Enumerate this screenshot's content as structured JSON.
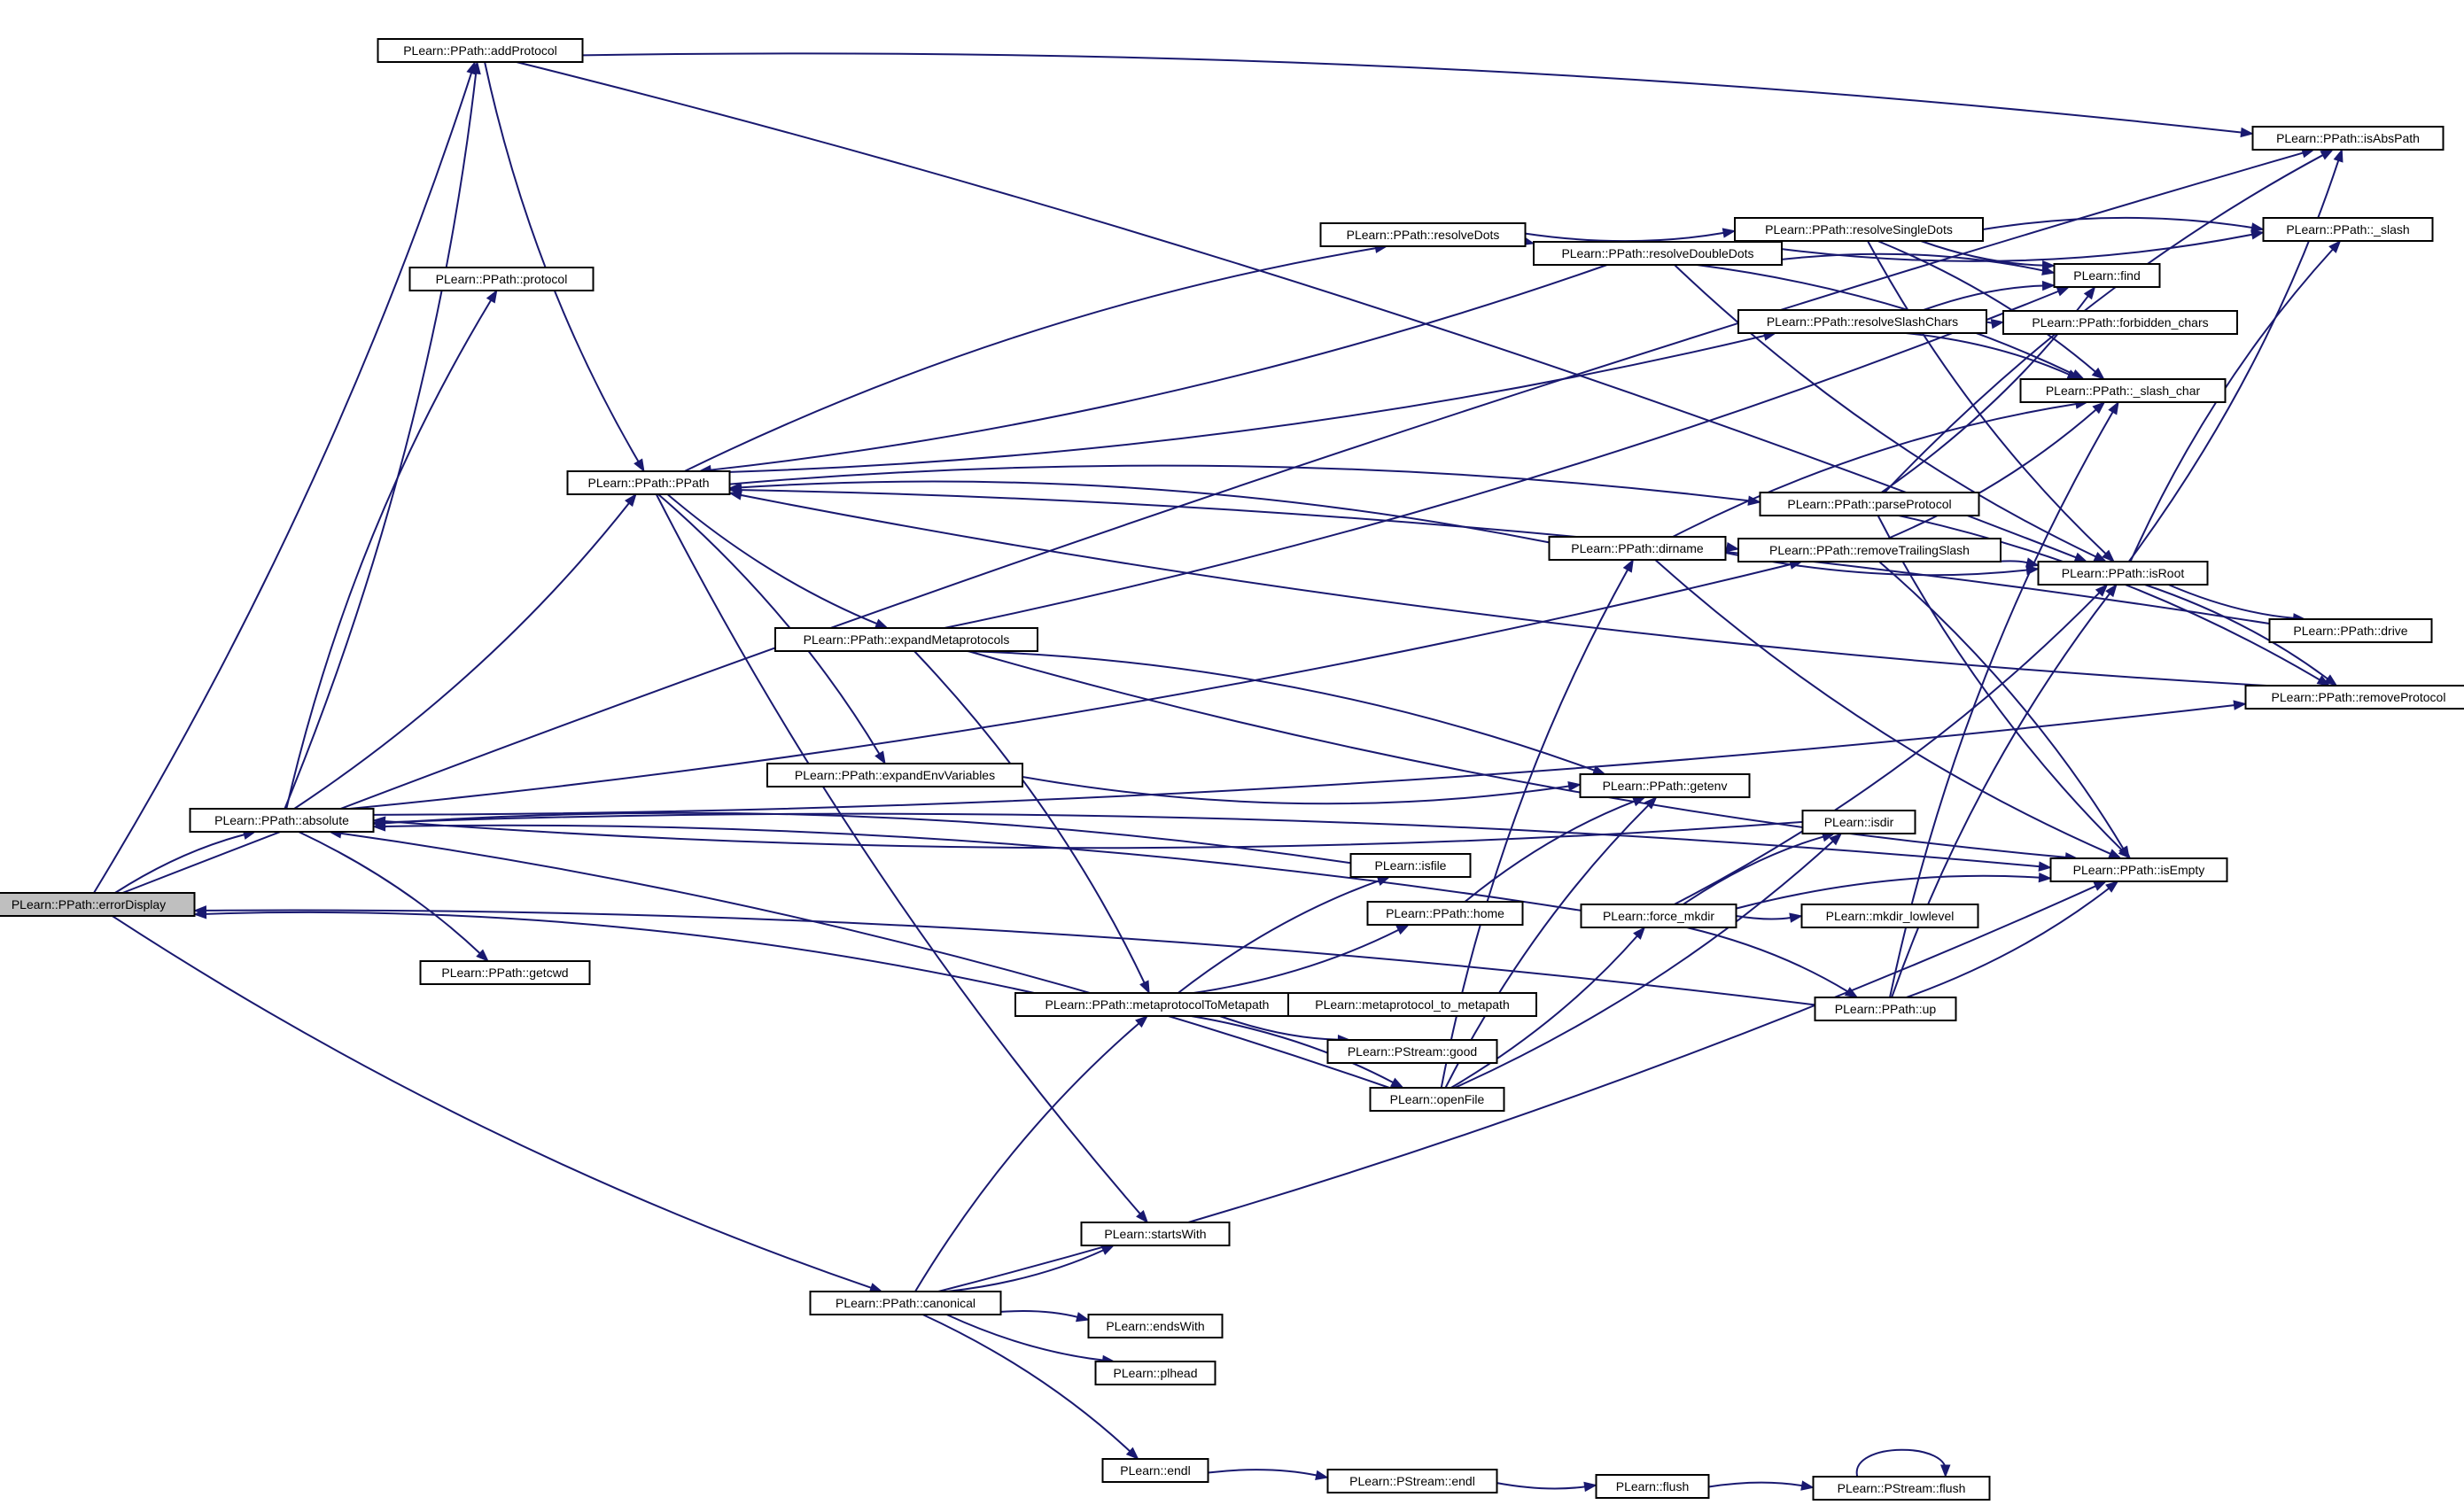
{
  "diagram": {
    "nodes": [
      {
        "id": "errorDisplay",
        "label": "PLearn::PPath::errorDisplay",
        "root": true
      },
      {
        "id": "addProtocol",
        "label": "PLearn::PPath::addProtocol"
      },
      {
        "id": "protocol",
        "label": "PLearn::PPath::protocol"
      },
      {
        "id": "PPath",
        "label": "PLearn::PPath::PPath"
      },
      {
        "id": "absolute",
        "label": "PLearn::PPath::absolute"
      },
      {
        "id": "getcwd",
        "label": "PLearn::PPath::getcwd"
      },
      {
        "id": "resolveDots",
        "label": "PLearn::PPath::resolveDots"
      },
      {
        "id": "resolveDoubleDots",
        "label": "PLearn::PPath::resolveDoubleDots"
      },
      {
        "id": "resolveSingleDots",
        "label": "PLearn::PPath::resolveSingleDots"
      },
      {
        "id": "isAbsPath",
        "label": "PLearn::PPath::isAbsPath"
      },
      {
        "id": "_slash",
        "label": "PLearn::PPath::_slash"
      },
      {
        "id": "find",
        "label": "PLearn::find"
      },
      {
        "id": "resolveSlashChars",
        "label": "PLearn::PPath::resolveSlashChars"
      },
      {
        "id": "forbidden_chars",
        "label": "PLearn::PPath::forbidden_chars"
      },
      {
        "id": "_slash_char",
        "label": "PLearn::PPath::_slash_char"
      },
      {
        "id": "parseProtocol",
        "label": "PLearn::PPath::parseProtocol"
      },
      {
        "id": "dirname",
        "label": "PLearn::PPath::dirname"
      },
      {
        "id": "removeTrailingSlash",
        "label": "PLearn::PPath::removeTrailingSlash"
      },
      {
        "id": "isRoot",
        "label": "PLearn::PPath::isRoot"
      },
      {
        "id": "drive",
        "label": "PLearn::PPath::drive"
      },
      {
        "id": "removeProtocol",
        "label": "PLearn::PPath::removeProtocol"
      },
      {
        "id": "expandMetaprotocols",
        "label": "PLearn::PPath::expandMetaprotocols"
      },
      {
        "id": "expandEnvVariables",
        "label": "PLearn::PPath::expandEnvVariables"
      },
      {
        "id": "getenv",
        "label": "PLearn::PPath::getenv"
      },
      {
        "id": "isdir",
        "label": "PLearn::isdir"
      },
      {
        "id": "isEmpty",
        "label": "PLearn::PPath::isEmpty"
      },
      {
        "id": "isfile",
        "label": "PLearn::isfile"
      },
      {
        "id": "home",
        "label": "PLearn::PPath::home"
      },
      {
        "id": "force_mkdir",
        "label": "PLearn::force_mkdir"
      },
      {
        "id": "mkdir_lowlevel",
        "label": "PLearn::mkdir_lowlevel"
      },
      {
        "id": "up",
        "label": "PLearn::PPath::up"
      },
      {
        "id": "metaprotocolToMetapath",
        "label": "PLearn::PPath::metaprotocolToMetapath"
      },
      {
        "id": "metaprotocol_to_metapath",
        "label": "PLearn::metaprotocol_to_metapath"
      },
      {
        "id": "good",
        "label": "PLearn::PStream::good"
      },
      {
        "id": "openFile",
        "label": "PLearn::openFile"
      },
      {
        "id": "startsWith",
        "label": "PLearn::startsWith"
      },
      {
        "id": "canonical",
        "label": "PLearn::PPath::canonical"
      },
      {
        "id": "endsWith",
        "label": "PLearn::endsWith"
      },
      {
        "id": "plhead",
        "label": "PLearn::plhead"
      },
      {
        "id": "endl",
        "label": "PLearn::endl"
      },
      {
        "id": "PStream_endl",
        "label": "PLearn::PStream::endl"
      },
      {
        "id": "flush",
        "label": "PLearn::flush"
      },
      {
        "id": "PStream_flush",
        "label": "PLearn::PStream::flush"
      }
    ],
    "edges": [
      [
        "errorDisplay",
        "absolute"
      ],
      [
        "errorDisplay",
        "addProtocol"
      ],
      [
        "errorDisplay",
        "isAbsPath"
      ],
      [
        "errorDisplay",
        "canonical"
      ],
      [
        "addProtocol",
        "isAbsPath"
      ],
      [
        "addProtocol",
        "PPath"
      ],
      [
        "addProtocol",
        "isRoot"
      ],
      [
        "absolute",
        "addProtocol"
      ],
      [
        "absolute",
        "protocol"
      ],
      [
        "absolute",
        "PPath"
      ],
      [
        "absolute",
        "getcwd"
      ],
      [
        "absolute",
        "removeTrailingSlash"
      ],
      [
        "absolute",
        "isEmpty"
      ],
      [
        "absolute",
        "removeProtocol"
      ],
      [
        "PPath",
        "resolveDots"
      ],
      [
        "PPath",
        "resolveSlashChars"
      ],
      [
        "PPath",
        "parseProtocol"
      ],
      [
        "PPath",
        "expandMetaprotocols"
      ],
      [
        "PPath",
        "expandEnvVariables"
      ],
      [
        "PPath",
        "startsWith"
      ],
      [
        "resolveDots",
        "resolveDoubleDots"
      ],
      [
        "resolveDots",
        "resolveSingleDots"
      ],
      [
        "resolveDoubleDots",
        "PPath"
      ],
      [
        "resolveDoubleDots",
        "resolveSingleDots"
      ],
      [
        "resolveDoubleDots",
        "find"
      ],
      [
        "resolveDoubleDots",
        "_slash"
      ],
      [
        "resolveDoubleDots",
        "_slash_char"
      ],
      [
        "resolveDoubleDots",
        "isRoot"
      ],
      [
        "resolveSingleDots",
        "_slash"
      ],
      [
        "resolveSingleDots",
        "find"
      ],
      [
        "resolveSingleDots",
        "_slash_char"
      ],
      [
        "resolveSingleDots",
        "isRoot"
      ],
      [
        "resolveSlashChars",
        "find"
      ],
      [
        "resolveSlashChars",
        "forbidden_chars"
      ],
      [
        "resolveSlashChars",
        "_slash_char"
      ],
      [
        "parseProtocol",
        "find"
      ],
      [
        "parseProtocol",
        "isAbsPath"
      ],
      [
        "parseProtocol",
        "isEmpty"
      ],
      [
        "parseProtocol",
        "removeProtocol"
      ],
      [
        "dirname",
        "PPath"
      ],
      [
        "dirname",
        "removeTrailingSlash"
      ],
      [
        "dirname",
        "isRoot"
      ],
      [
        "dirname",
        "_slash_char"
      ],
      [
        "dirname",
        "isEmpty"
      ],
      [
        "removeTrailingSlash",
        "isRoot"
      ],
      [
        "removeTrailingSlash",
        "_slash_char"
      ],
      [
        "removeTrailingSlash",
        "isEmpty"
      ],
      [
        "isRoot",
        "isAbsPath"
      ],
      [
        "isRoot",
        "_slash"
      ],
      [
        "isRoot",
        "drive"
      ],
      [
        "isRoot",
        "removeProtocol"
      ],
      [
        "drive",
        "PPath"
      ],
      [
        "removeProtocol",
        "PPath"
      ],
      [
        "expandMetaprotocols",
        "find"
      ],
      [
        "expandMetaprotocols",
        "getenv"
      ],
      [
        "expandMetaprotocols",
        "isEmpty"
      ],
      [
        "expandMetaprotocols",
        "metaprotocolToMetapath"
      ],
      [
        "expandEnvVariables",
        "getenv"
      ],
      [
        "isdir",
        "absolute"
      ],
      [
        "force_mkdir",
        "absolute"
      ],
      [
        "force_mkdir",
        "isdir"
      ],
      [
        "force_mkdir",
        "isRoot"
      ],
      [
        "force_mkdir",
        "isEmpty"
      ],
      [
        "force_mkdir",
        "mkdir_lowlevel"
      ],
      [
        "force_mkdir",
        "up"
      ],
      [
        "up",
        "errorDisplay"
      ],
      [
        "up",
        "isRoot"
      ],
      [
        "up",
        "isEmpty"
      ],
      [
        "up",
        "_slash_char"
      ],
      [
        "isfile",
        "absolute"
      ],
      [
        "home",
        "getenv"
      ],
      [
        "metaprotocolToMetapath",
        "errorDisplay"
      ],
      [
        "metaprotocolToMetapath",
        "isfile"
      ],
      [
        "metaprotocolToMetapath",
        "home"
      ],
      [
        "metaprotocolToMetapath",
        "metaprotocol_to_metapath"
      ],
      [
        "metaprotocolToMetapath",
        "good"
      ],
      [
        "metaprotocolToMetapath",
        "openFile"
      ],
      [
        "openFile",
        "absolute"
      ],
      [
        "openFile",
        "dirname"
      ],
      [
        "openFile",
        "force_mkdir"
      ],
      [
        "openFile",
        "getenv"
      ],
      [
        "openFile",
        "isdir"
      ],
      [
        "canonical",
        "metaprotocolToMetapath"
      ],
      [
        "canonical",
        "startsWith"
      ],
      [
        "canonical",
        "endsWith"
      ],
      [
        "canonical",
        "plhead"
      ],
      [
        "canonical",
        "endl"
      ],
      [
        "canonical",
        "isEmpty"
      ],
      [
        "endl",
        "PStream_endl"
      ],
      [
        "PStream_endl",
        "flush"
      ],
      [
        "flush",
        "PStream_flush"
      ],
      [
        "PStream_flush",
        "PStream_flush"
      ]
    ]
  }
}
